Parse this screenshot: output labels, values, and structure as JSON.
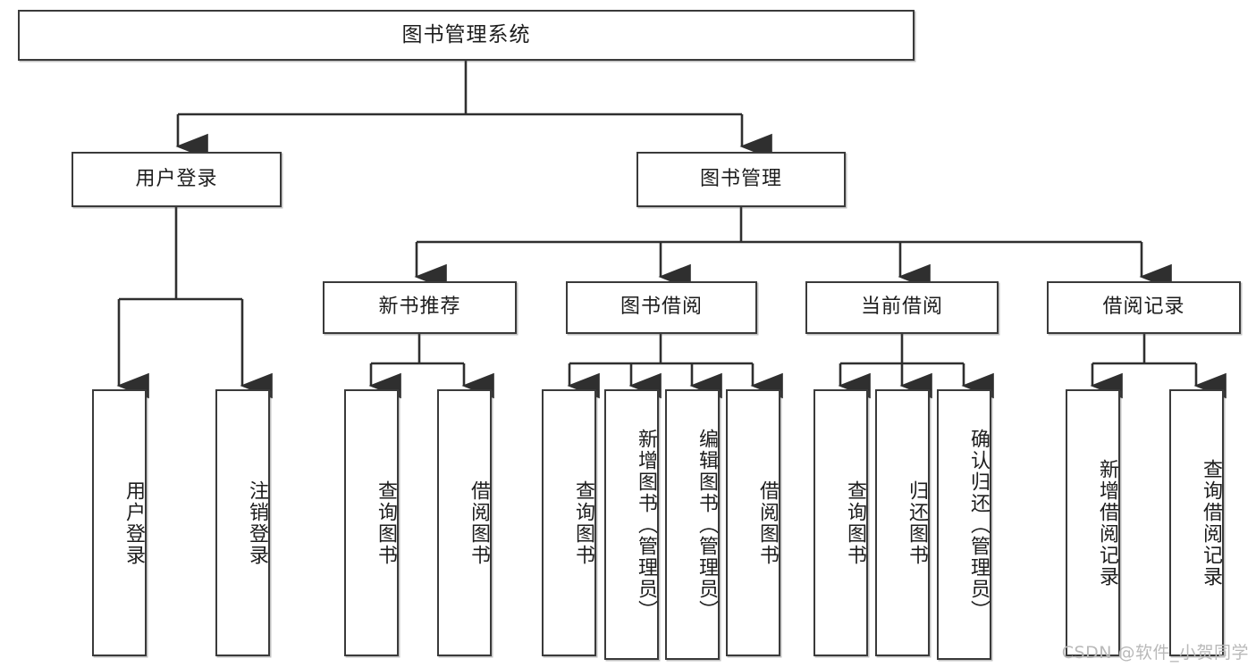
{
  "diagram": {
    "title_text": "图书管理系统",
    "type": "tree-hierarchy-chart",
    "watermark": "CSDN @软件_小贺同学",
    "colors": {
      "box_border": "#3a3a3a",
      "box_fill": "#ffffff",
      "connector": "#2f2f2f",
      "text": "#1d1d1d",
      "watermark": "#b9b9b9"
    },
    "nodes": {
      "root": {
        "label": "图书管理系统"
      },
      "level2": [
        {
          "id": "user-login",
          "label": "用户登录"
        },
        {
          "id": "book-management",
          "label": "图书管理"
        }
      ],
      "level3": [
        {
          "id": "new-book-recommend",
          "label": "新书推荐"
        },
        {
          "id": "book-borrow",
          "label": "图书借阅"
        },
        {
          "id": "current-borrow",
          "label": "当前借阅"
        },
        {
          "id": "borrow-record",
          "label": "借阅记录"
        }
      ],
      "leaves": {
        "user_login": [
          {
            "id": "leaf-user-login",
            "label": "用户登录"
          },
          {
            "id": "leaf-logout-login",
            "label": "注销登录"
          }
        ],
        "new_book_recommend": [
          {
            "id": "leaf-query-book-1",
            "label": "查询图书"
          },
          {
            "id": "leaf-borrow-book-1",
            "label": "借阅图书"
          }
        ],
        "book_borrow": [
          {
            "id": "leaf-query-book-2",
            "label": "查询图书"
          },
          {
            "id": "leaf-add-book",
            "label": "新增图书（管理员）"
          },
          {
            "id": "leaf-edit-book",
            "label": "编辑图书（管理员）"
          },
          {
            "id": "leaf-borrow-book-2",
            "label": "借阅图书"
          }
        ],
        "current_borrow": [
          {
            "id": "leaf-query-book-3",
            "label": "查询图书"
          },
          {
            "id": "leaf-return-book",
            "label": "归还图书"
          },
          {
            "id": "leaf-confirm-return",
            "label": "确认归还（管理员）"
          }
        ],
        "borrow_record": [
          {
            "id": "leaf-add-record",
            "label": "新增借阅记录"
          },
          {
            "id": "leaf-query-record",
            "label": "查询借阅记录"
          }
        ]
      }
    }
  }
}
